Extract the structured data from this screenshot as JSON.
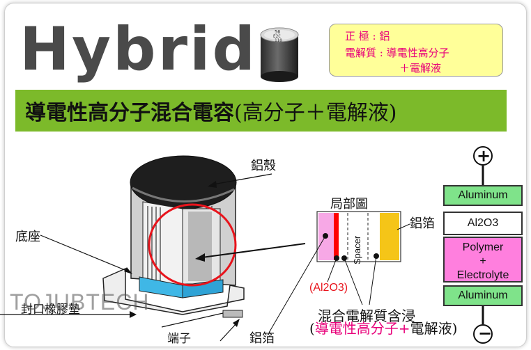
{
  "header": {
    "title": "Hybrid",
    "capacitor_marking": [
      "56",
      "E2C",
      "110"
    ]
  },
  "info_box": {
    "line1": "正  極  :  鋁",
    "line2": "電解質 :  導電性高分子",
    "line3": "＋電解液"
  },
  "banner": {
    "bold": "導電性高分子混合電容",
    "normal": "(高分子＋電解液)"
  },
  "labels": {
    "shell": "鋁殼",
    "base": "底座",
    "seal": "封口橡膠墊",
    "terminal": "端子",
    "foil_bottom": "鋁箔",
    "detail": "局部圖",
    "foil_right": "鋁箔",
    "spacer": "Spacer",
    "oxide": "(Al2O3)",
    "impregnate": "混合電解質含浸",
    "impregnate_detail_a": "導電性高分子+",
    "impregnate_detail_b": "電解液",
    "paren_open": "(",
    "paren_close": ")"
  },
  "layer_stack": {
    "top_terminal": "+",
    "bottom_terminal": "−",
    "layers": [
      "Aluminum",
      "Al2O3",
      "Polymer\n+\nElectrolyte",
      "Aluminum"
    ]
  },
  "watermark": "TOJUBTECH",
  "colors": {
    "banner": "#7cba2a",
    "info_box": "#ffff99",
    "accent_pink": "#e8007a",
    "aluminum_layer": "#7fe38a",
    "polymer_layer": "#ff7fde",
    "foil_yellow": "#f5c518",
    "oxide_red": "#ff0000",
    "cross_section_blue": "#3fb7e6"
  }
}
